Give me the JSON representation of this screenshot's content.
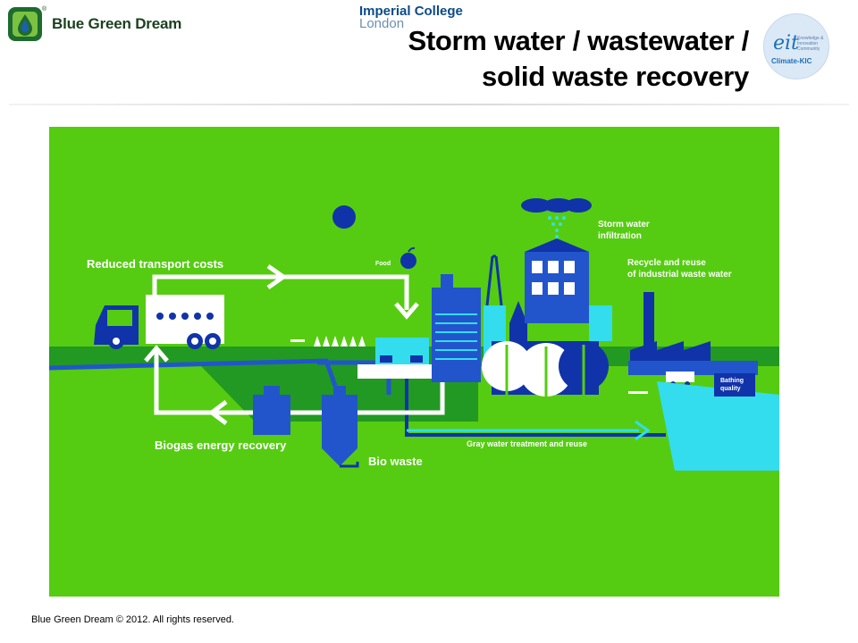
{
  "header": {
    "brand": "Blue Green Dream",
    "registered": "®",
    "imperial_line1": "Imperial College",
    "imperial_line2": "London",
    "title_line1": "Storm water / wastewater /",
    "title_line2": "solid waste recovery",
    "eit_mark": "eit",
    "eit_small": "Knowledge & Innovation Community",
    "eit_kic": "Climate-KIC"
  },
  "diagram": {
    "labels": {
      "reduced_transport": "Reduced transport costs",
      "food": "Food",
      "storm_water_1": "Storm water",
      "storm_water_2": "infiltration",
      "recycle_1": "Recycle and reuse",
      "recycle_2": "of industrial waste water",
      "bathing_1": "Bathing",
      "bathing_2": "quality",
      "biogas": "Biogas energy recovery",
      "bio_waste": "Bio waste",
      "gray_water": "Gray water treatment and reuse"
    },
    "colors": {
      "background": "#55cc11",
      "dark_blue": "#1133aa",
      "mid_blue": "#2255cc",
      "cyan": "#33ddee",
      "dark_green": "#229922",
      "white": "#ffffff"
    }
  },
  "footer": {
    "copyright": "Blue Green Dream © 2012. All rights reserved."
  }
}
